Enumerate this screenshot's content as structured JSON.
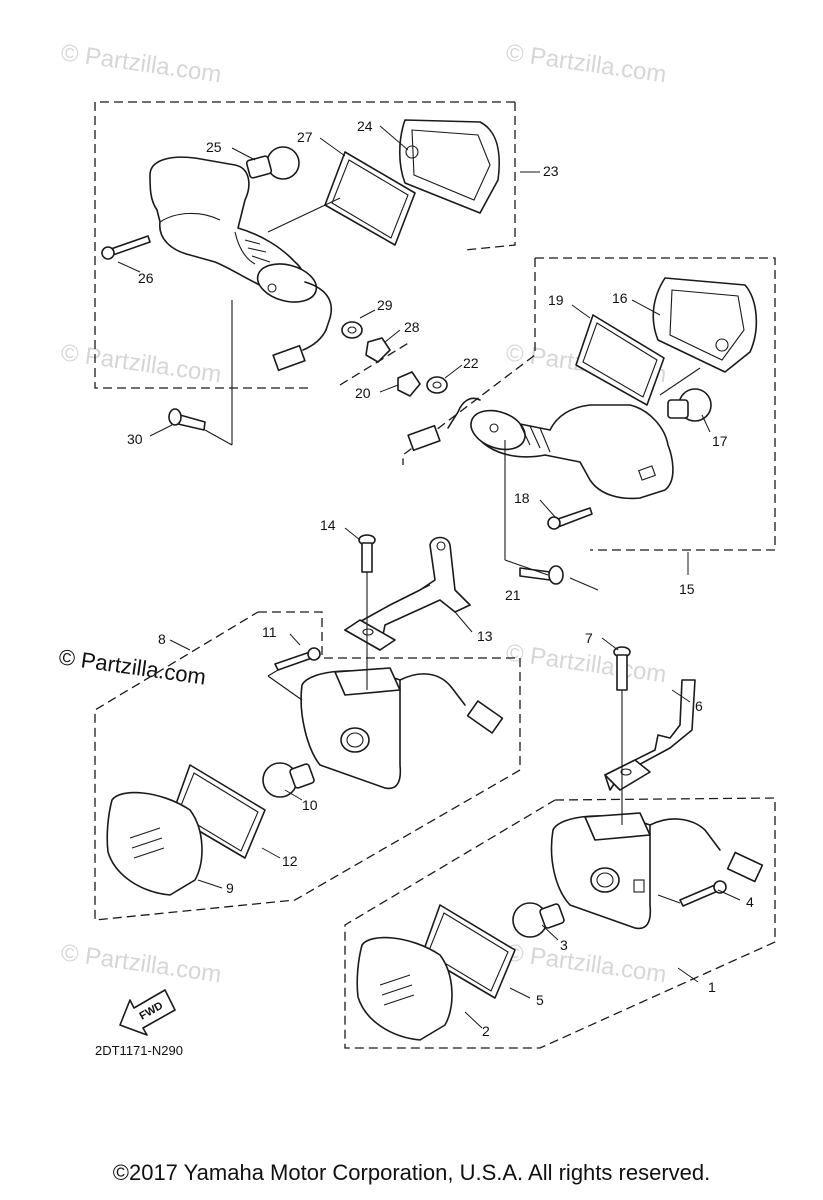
{
  "watermark": "© Partzilla.com",
  "watermark_strong": "© Partzilla.com",
  "diagram_code": "2DT1171-N290",
  "fwd_label": "FWD",
  "copyright": "©2017 Yamaha Motor Corporation, U.S.A. All rights reserved.",
  "callouts": {
    "c1": "1",
    "c2": "2",
    "c3": "3",
    "c4": "4",
    "c5": "5",
    "c6": "6",
    "c7": "7",
    "c8": "8",
    "c9": "9",
    "c10": "10",
    "c11": "11",
    "c12": "12",
    "c13": "13",
    "c14": "14",
    "c15": "15",
    "c16": "16",
    "c17": "17",
    "c18": "18",
    "c19": "19",
    "c20": "20",
    "c21": "21",
    "c22": "22",
    "c23": "23",
    "c24": "24",
    "c25": "25",
    "c26": "26",
    "c27": "27",
    "c28": "28",
    "c29": "29",
    "c30": "30"
  }
}
